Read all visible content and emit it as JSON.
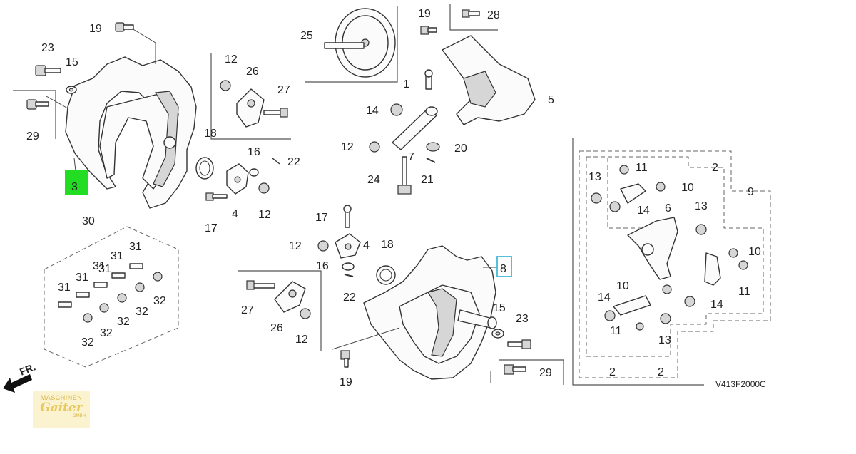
{
  "diagram": {
    "code": "V413F2000C",
    "direction_label": "FR.",
    "highlight_green_label": "3",
    "highlight_cyan_label": "8",
    "callouts": [
      "19",
      "23",
      "15",
      "29",
      "18",
      "16",
      "22",
      "4",
      "12",
      "17",
      "12",
      "26",
      "27",
      "25",
      "19",
      "28",
      "1",
      "5",
      "14",
      "12",
      "7",
      "20",
      "24",
      "21",
      "2",
      "9",
      "11",
      "10",
      "13",
      "6",
      "13",
      "14",
      "10",
      "11",
      "10",
      "14",
      "14",
      "11",
      "13",
      "2",
      "2",
      "30",
      "31",
      "31",
      "31",
      "31",
      "31",
      "32",
      "32",
      "32",
      "32",
      "32",
      "31",
      "17",
      "12",
      "4",
      "18",
      "16",
      "22",
      "27",
      "26",
      "12",
      "15",
      "23",
      "19",
      "29"
    ]
  },
  "logo": {
    "line1": "MASCHINEN",
    "line2": "Gaiter",
    "line3": "GMBH"
  },
  "colors": {
    "highlight_green": "#22dd22",
    "highlight_cyan": "#44b8d8",
    "logo_bg": "#fbf3d0",
    "logo_text": "#e8c860"
  }
}
